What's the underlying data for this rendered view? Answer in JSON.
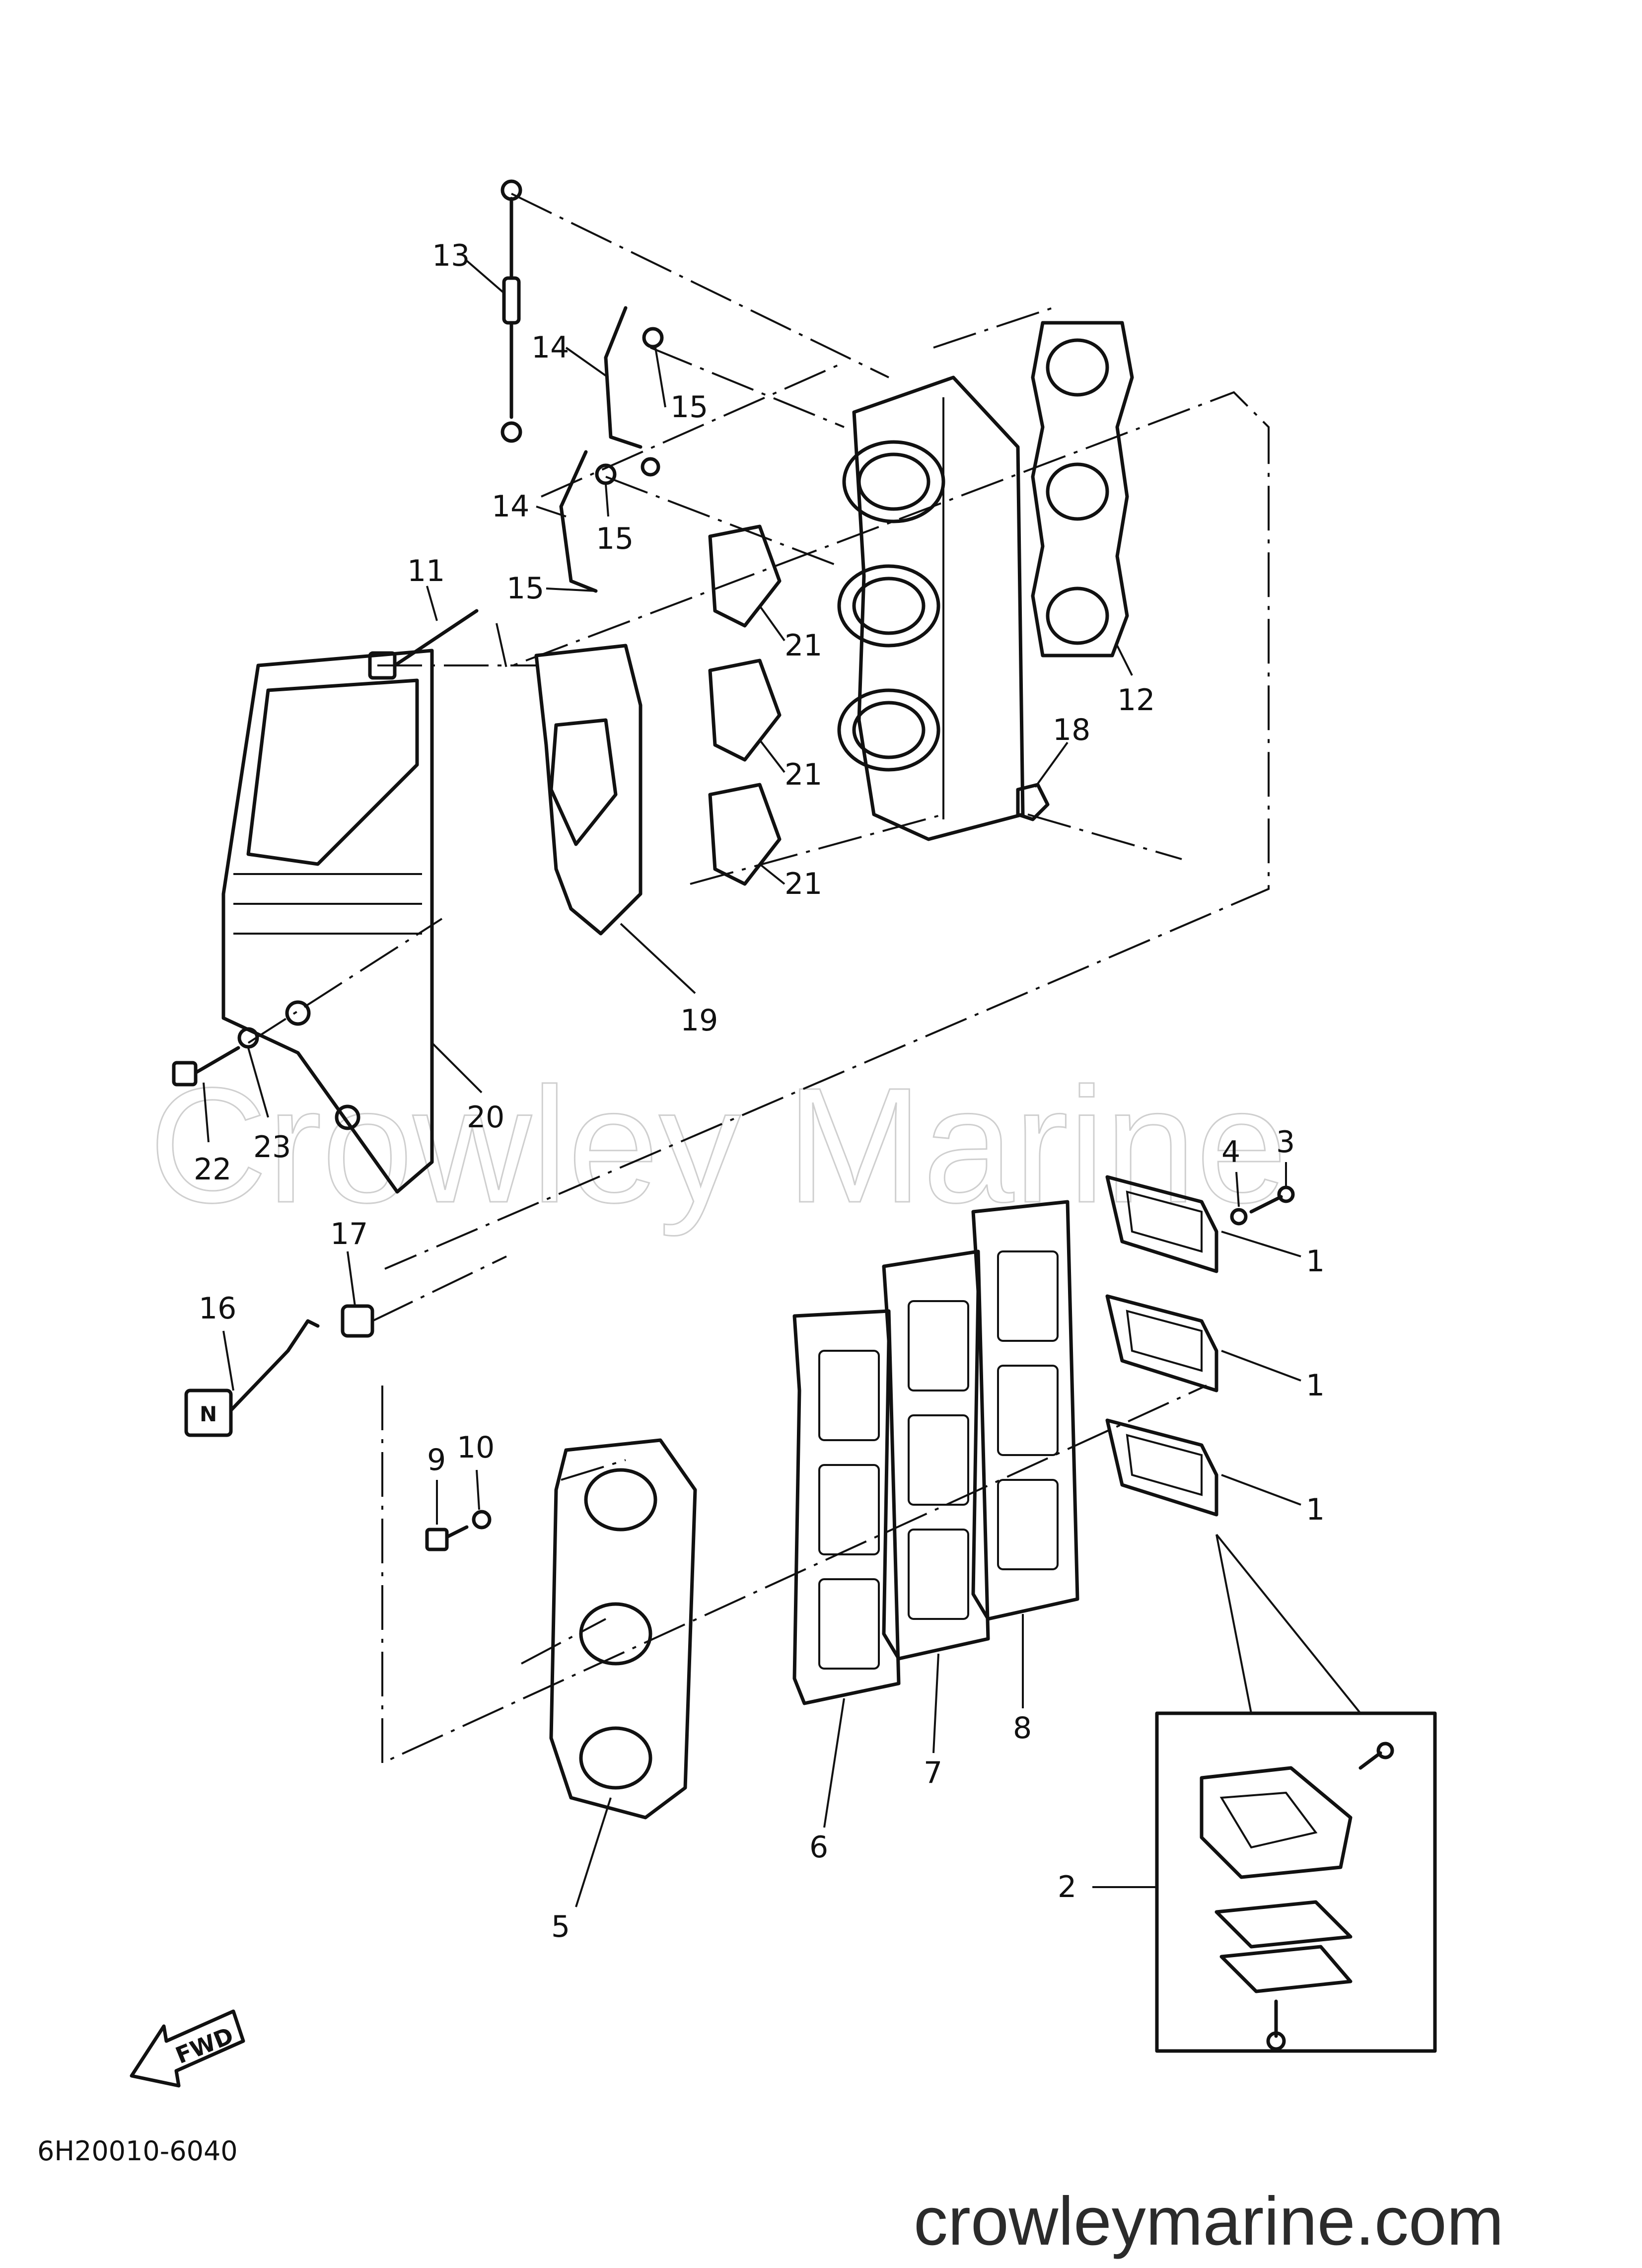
{
  "callouts": {
    "c1a": "1",
    "c1b": "1",
    "c1c": "1",
    "c2": "2",
    "c3": "3",
    "c4": "4",
    "c5": "5",
    "c6": "6",
    "c7": "7",
    "c8": "8",
    "c9": "9",
    "c10": "10",
    "c11": "11",
    "c12": "12",
    "c13": "13",
    "c14a": "14",
    "c14b": "14",
    "c15a": "15",
    "c15b": "15",
    "c15c": "15",
    "c16": "16",
    "c17": "17",
    "c18": "18",
    "c19": "19",
    "c20": "20",
    "c21a": "21",
    "c21b": "21",
    "c21c": "21",
    "c22": "22",
    "c23": "23"
  },
  "fwd_label": "FWD",
  "neutral_label": "N",
  "diagram_code": "6H20010-6040",
  "watermark": "Crowley Marine",
  "footer_url": "crowleymarine.com"
}
